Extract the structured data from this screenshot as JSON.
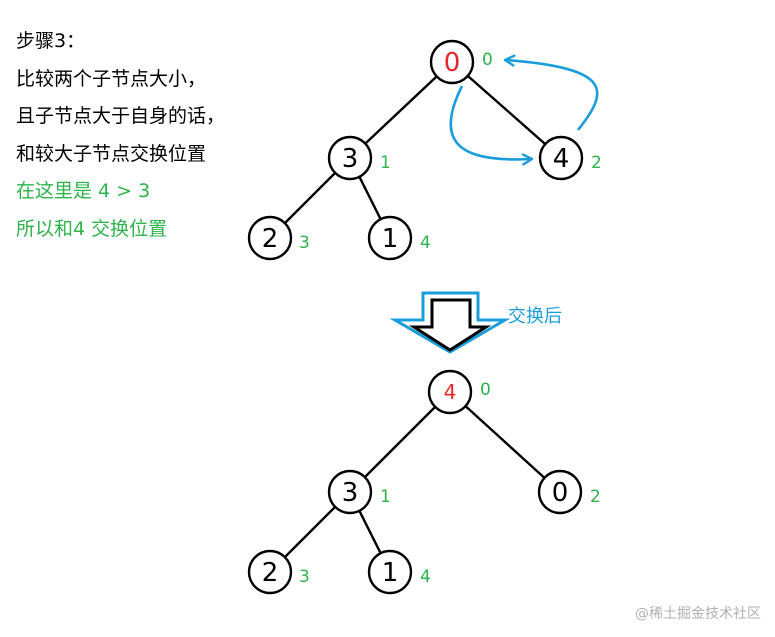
{
  "colors": {
    "text": "#000000",
    "highlight": "#2db44b",
    "root_value": "#e32a2a",
    "index_label": "#2db44b",
    "arrow": "#1a9edb",
    "edge": "#000000",
    "watermark": "#b0b0b0"
  },
  "description": {
    "lines": [
      {
        "text": "步骤3：",
        "color": "#000000"
      },
      {
        "text": "比较两个子节点大小，",
        "color": "#000000"
      },
      {
        "text": "且子节点大于自身的话，",
        "color": "#000000"
      },
      {
        "text": "和较大子节点交换位置",
        "color": "#000000"
      },
      {
        "text": "在这里是 4 > 3",
        "color": "#2db44b"
      },
      {
        "text": "所以和4 交换位置",
        "color": "#2db44b"
      }
    ]
  },
  "before_tree": {
    "nodes": [
      {
        "id": "root",
        "value": "0",
        "index": "0",
        "value_color": "#e32a2a"
      },
      {
        "id": "left",
        "value": "3",
        "index": "1",
        "value_color": "#000000"
      },
      {
        "id": "right",
        "value": "4",
        "index": "2",
        "value_color": "#000000"
      },
      {
        "id": "left-left",
        "value": "2",
        "index": "3",
        "value_color": "#000000"
      },
      {
        "id": "left-right",
        "value": "1",
        "index": "4",
        "value_color": "#000000"
      }
    ]
  },
  "transition": {
    "label": "交换后",
    "arrow_icon": "down-arrow-icon"
  },
  "after_tree": {
    "nodes": [
      {
        "id": "root",
        "value": "4",
        "index": "0",
        "value_color": "#e32a2a"
      },
      {
        "id": "left",
        "value": "3",
        "index": "1",
        "value_color": "#000000"
      },
      {
        "id": "right",
        "value": "0",
        "index": "2",
        "value_color": "#000000"
      },
      {
        "id": "left-left",
        "value": "2",
        "index": "3",
        "value_color": "#000000"
      },
      {
        "id": "left-right",
        "value": "1",
        "index": "4",
        "value_color": "#000000"
      }
    ]
  },
  "watermark": "@稀土掘金技术社区"
}
